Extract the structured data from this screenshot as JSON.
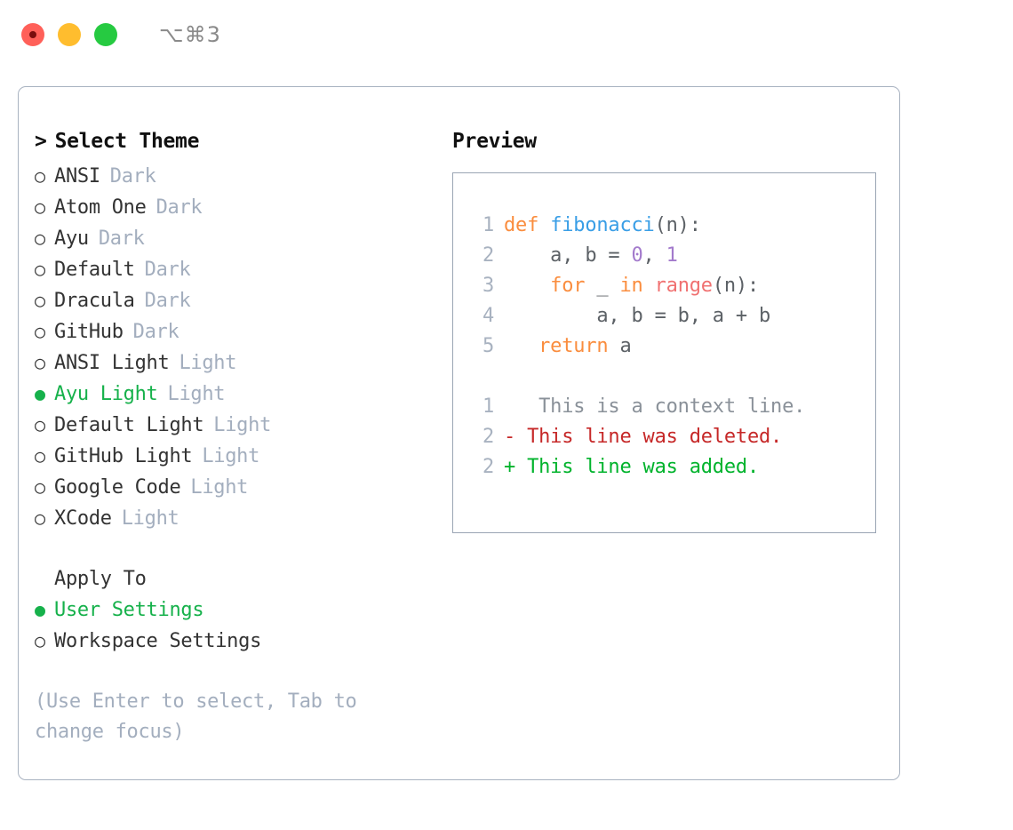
{
  "window": {
    "shortcut": "⌥⌘3",
    "traffic_lights": [
      {
        "name": "close",
        "color": "#FF6059"
      },
      {
        "name": "minimize",
        "color": "#FFBD2E"
      },
      {
        "name": "maximize",
        "color": "#26CA41"
      }
    ]
  },
  "theme_list": {
    "caret": ">",
    "header": "Select Theme",
    "bullet_selected": "●",
    "bullet_unselected": "○",
    "items": [
      {
        "label": "ANSI",
        "badge": "Dark",
        "selected": false
      },
      {
        "label": "Atom One",
        "badge": "Dark",
        "selected": false
      },
      {
        "label": "Ayu",
        "badge": "Dark",
        "selected": false
      },
      {
        "label": "Default",
        "badge": "Dark",
        "selected": false
      },
      {
        "label": "Dracula",
        "badge": "Dark",
        "selected": false
      },
      {
        "label": "GitHub",
        "badge": "Dark",
        "selected": false
      },
      {
        "label": "ANSI Light",
        "badge": "Light",
        "selected": false
      },
      {
        "label": "Ayu Light",
        "badge": "Light",
        "selected": true
      },
      {
        "label": "Default Light",
        "badge": "Light",
        "selected": false
      },
      {
        "label": "GitHub Light",
        "badge": "Light",
        "selected": false
      },
      {
        "label": "Google Code",
        "badge": "Light",
        "selected": false
      },
      {
        "label": "XCode",
        "badge": "Light",
        "selected": false
      }
    ]
  },
  "apply_to": {
    "header": "Apply To",
    "items": [
      {
        "label": "User Settings",
        "selected": true
      },
      {
        "label": "Workspace Settings",
        "selected": false
      }
    ]
  },
  "hint": "(Use Enter to select, Tab to change focus)",
  "preview": {
    "title": "Preview",
    "code_lines": [
      {
        "lineno": "1",
        "tokens": [
          {
            "text": "def ",
            "type": "kw"
          },
          {
            "text": "fibonacci",
            "type": "fn"
          },
          {
            "text": "(n):",
            "type": "plain"
          }
        ]
      },
      {
        "lineno": "2",
        "tokens": [
          {
            "text": "    a, b = ",
            "type": "plain"
          },
          {
            "text": "0",
            "type": "num"
          },
          {
            "text": ", ",
            "type": "plain"
          },
          {
            "text": "1",
            "type": "num"
          }
        ]
      },
      {
        "lineno": "3",
        "tokens": [
          {
            "text": "    for",
            "type": "kw"
          },
          {
            "text": " _ ",
            "type": "plain"
          },
          {
            "text": "in",
            "type": "kw"
          },
          {
            "text": " ",
            "type": "plain"
          },
          {
            "text": "range",
            "type": "call"
          },
          {
            "text": "(n):",
            "type": "plain"
          }
        ]
      },
      {
        "lineno": "4",
        "tokens": [
          {
            "text": "        a, b = b, a + b",
            "type": "plain"
          }
        ]
      },
      {
        "lineno": "5",
        "tokens": [
          {
            "text": "   return",
            "type": "kw"
          },
          {
            "text": " a",
            "type": "plain"
          }
        ]
      }
    ],
    "diff_lines": [
      {
        "lineno": "1",
        "marker": "  ",
        "text": " This is a context line.",
        "type": "ctx"
      },
      {
        "lineno": "2",
        "marker": "- ",
        "text": "This line was deleted.",
        "type": "del"
      },
      {
        "lineno": "2",
        "marker": "+ ",
        "text": "This line was added.",
        "type": "add"
      }
    ]
  },
  "colors": {
    "accent_green": "#16B14B",
    "badge_gray": "#A3AEBE",
    "border": "#A8B2C0",
    "keyword_orange": "#FA8D3E",
    "function_blue": "#399EE6",
    "number_purple": "#A37ACC",
    "call_red": "#F07171",
    "diff_delete": "#C62828",
    "diff_add": "#00B32C"
  }
}
